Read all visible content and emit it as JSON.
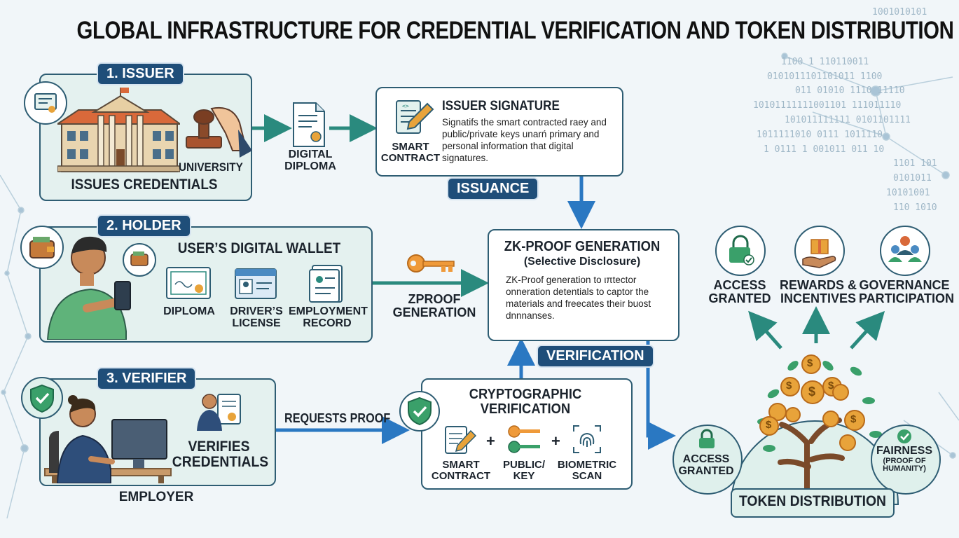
{
  "title": "GLOBAL INFRASTRUCTURE FOR CREDENTIAL VERIFICATION AND TOKEN DISTRIBUTION",
  "issuer": {
    "tag": "1. ISSUER",
    "university_label": "UNIVERSITY",
    "caption": "ISSUES CREDENTIALS",
    "diploma_label_1": "DIGITAL",
    "diploma_label_2": "DIPLOMA"
  },
  "signature": {
    "title": "ISSUER SIGNATURE",
    "contract_1": "SMART",
    "contract_2": "CONTRACT",
    "text_1": "Signatifs the smart contracted raey and",
    "text_2": "public/private keys unarń primary and",
    "text_3": "personal information that digital",
    "text_4": "signatures.",
    "tag": "ISSUANCE"
  },
  "holder": {
    "tag": "2. HOLDER",
    "wallet_title": "USER’S DIGITAL WALLET",
    "items": [
      {
        "line1": "DIPLOMA",
        "line2": ""
      },
      {
        "line1": "DRIVER’S",
        "line2": "LICENSE"
      },
      {
        "line1": "EMPLOYMENT",
        "line2": "RECORD"
      }
    ],
    "zproof_1": "ZPROOF",
    "zproof_2": "GENERATION"
  },
  "zk": {
    "title": "ZK-PROOF GENERATION",
    "subtitle": "(Selective Disclosure)",
    "text_1": "ZK-Proof generation to ιπtector",
    "text_2": "onneration detentials to captor the",
    "text_3": "materials and freecates their buost",
    "text_4": "dnnnanses.",
    "tag": "VERIFICATION"
  },
  "verifier": {
    "tag": "3. VERIFIER",
    "caption_1": "VERIFIES",
    "caption_2": "CREDENTIALS",
    "employer": "EMPLOYER",
    "requests": "REQUESTS PROOF"
  },
  "crypto": {
    "title_1": "CRYPTOGRAPHIC",
    "title_2": "VERIFICATION",
    "items": [
      {
        "line1": "SMART",
        "line2": "CONTRACT"
      },
      {
        "line1": "PUBLIC/",
        "line2": "KEY"
      },
      {
        "line1": "BIOMETRIC",
        "line2": "SCAN"
      }
    ],
    "plus": "+"
  },
  "token": {
    "outcomes": [
      {
        "line1": "ACCESS",
        "line2": "GRANTED"
      },
      {
        "line1": "REWARDS &",
        "line2": "INCENTIVES"
      },
      {
        "line1": "GOVERNANCE",
        "line2": "PARTICIPATION"
      }
    ],
    "access_1": "ACCESS",
    "access_2": "GRANTED",
    "fairness_1": "FAIRNESS",
    "fairness_2": "(PROOF OF",
    "fairness_3": "HUMANITY)",
    "distribution": "TOKEN DISTRIBUTION",
    "coin_symbol": "$"
  },
  "colors": {
    "navy": "#1f4e79",
    "teal_arrow": "#2a8a7e",
    "blue_arrow": "#2a78c2",
    "panel_fill": "#e4f1ef",
    "coin": "#e8a33a",
    "leaf": "#3aa06a"
  },
  "icons": [
    "certificate-icon",
    "university-icon",
    "stamp-icon",
    "diploma-icon",
    "contract-icon",
    "wallet-icon",
    "person-phone-icon",
    "id-card-icon",
    "key-icon",
    "shield-check-icon",
    "employer-icon",
    "computer-icon",
    "fingerprint-icon",
    "lock-icon",
    "gift-icon",
    "group-icon",
    "money-tree-icon"
  ],
  "binary_rows": [
    "1001010101",
    "1100 1 110110011",
    "0101011101101011 1100",
    "011 01010 1110 11110",
    "10101111111001101 111011110",
    "101011111111 0101101111",
    "1011111010 0111 1011110",
    "1 0111 1 001011 011 10",
    "1101 101",
    "0101011",
    "10101001",
    "110 1010"
  ]
}
